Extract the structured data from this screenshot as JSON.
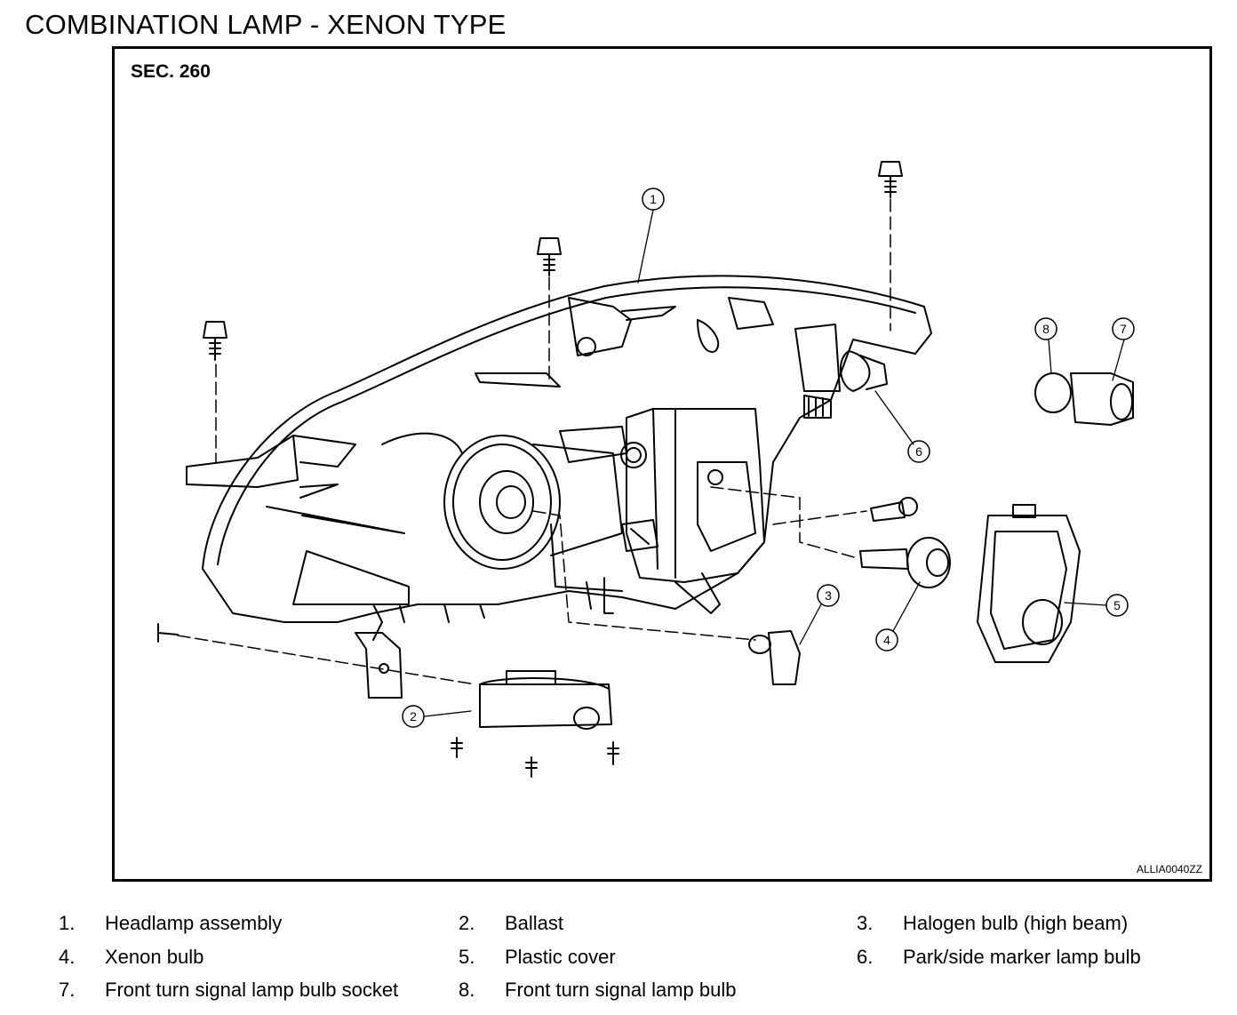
{
  "title": "COMBINATION LAMP - XENON TYPE",
  "section": "SEC. 260",
  "figure_code": "ALLIA0040ZZ",
  "callouts": [
    "1",
    "2",
    "3",
    "4",
    "5",
    "6",
    "7",
    "8"
  ],
  "legend": [
    {
      "num": "1.",
      "text": "Headlamp assembly"
    },
    {
      "num": "2.",
      "text": "Ballast"
    },
    {
      "num": "3.",
      "text": "Halogen bulb (high beam)"
    },
    {
      "num": "4.",
      "text": "Xenon bulb"
    },
    {
      "num": "5.",
      "text": "Plastic cover"
    },
    {
      "num": "6.",
      "text": "Park/side marker lamp bulb"
    },
    {
      "num": "7.",
      "text": "Front turn signal lamp bulb socket"
    },
    {
      "num": "8.",
      "text": "Front turn signal lamp bulb"
    }
  ]
}
